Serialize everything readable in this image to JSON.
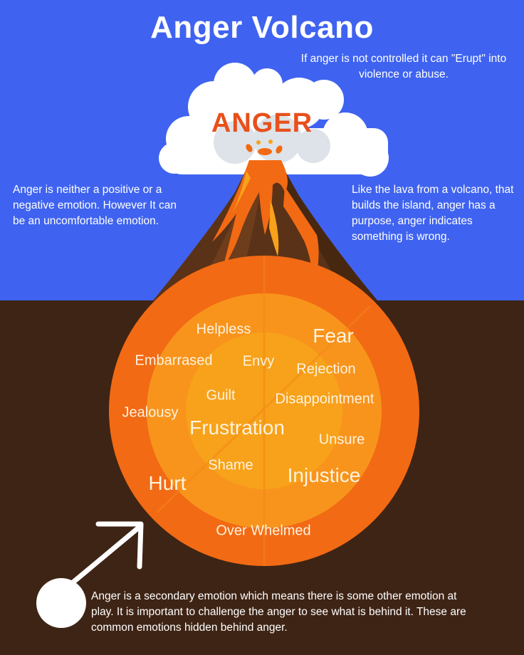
{
  "title": "Anger Volcano",
  "cloud_label": "ANGER",
  "top_note": "If anger is not controlled it can \"Erupt\" into violence or abuse.",
  "left_note": "Anger is neither a positive or a negative emotion. However It can be an uncomfortable emotion.",
  "right_note": "Like the lava from a volcano, that builds the island, anger has a purpose, anger indicates something is wrong.",
  "emotions": {
    "helpless": "Helpless",
    "fear": "Fear",
    "embarrased": "Embarrased",
    "envy": "Envy",
    "rejection": "Rejection",
    "guilt": "Guilt",
    "disappointment": "Disappointment",
    "jealousy": "Jealousy",
    "frustration": "Frustration",
    "unsure": "Unsure",
    "shame": "Shame",
    "hurt": "Hurt",
    "injustice": "Injustice",
    "over_whelmed": "Over Whelmed"
  },
  "bottom_note": "Anger is a secondary emotion which means there is some other emotion at play. It is important to challenge the anger to see what is behind it. These are common emotions hidden behind anger.",
  "colors": {
    "sky": "#3f63f0",
    "ground": "#3e2415",
    "magma_outer": "#f26a14",
    "magma_inner": "#f7a21a",
    "anger_text": "#e8501c"
  }
}
